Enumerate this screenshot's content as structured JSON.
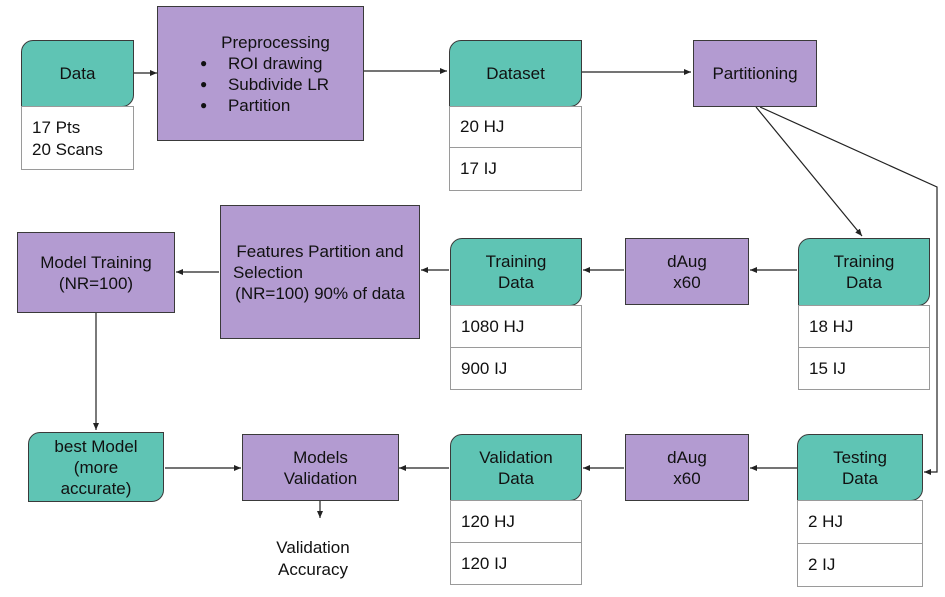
{
  "nodes": {
    "data": "Data",
    "data_info_1": "17 Pts",
    "data_info_2": "20 Scans",
    "preprocessing_title": "Preprocessing",
    "preprocessing_steps": [
      "ROI drawing",
      "Subdivide LR",
      "Partition"
    ],
    "dataset": "Dataset",
    "dataset_hj": "20 HJ",
    "dataset_ij": "17 IJ",
    "partitioning": "Partitioning",
    "training_right_1": "Training",
    "training_right_2": "Data",
    "training_right_hj": "18 HJ",
    "training_right_ij": "15 IJ",
    "daug_top_1": "dAug",
    "daug_top_2": "x60",
    "training_mid_1": "Training",
    "training_mid_2": "Data",
    "training_mid_hj": "1080 HJ",
    "training_mid_ij": "900 IJ",
    "features_1": "Features Partition and",
    "features_2": "Selection",
    "features_3": "(NR=100) 90% of data",
    "model_training_1": "Model Training",
    "model_training_2": "(NR=100)",
    "best_model_1": "best Model",
    "best_model_2": "(more",
    "best_model_3": "accurate)",
    "models_validation_1": "Models",
    "models_validation_2": "Validation",
    "validation_data_1": "Validation",
    "validation_data_2": "Data",
    "validation_hj": "120 HJ",
    "validation_ij": "120 IJ",
    "daug_bottom_1": "dAug",
    "daug_bottom_2": "x60",
    "testing_1": "Testing",
    "testing_2": "Data",
    "testing_hj": "2 HJ",
    "testing_ij": "2 IJ",
    "validation_accuracy_1": "Validation",
    "validation_accuracy_2": "Accuracy"
  },
  "colors": {
    "purple": "#b39bd1",
    "teal": "#5fc4b4",
    "line": "#222222"
  }
}
